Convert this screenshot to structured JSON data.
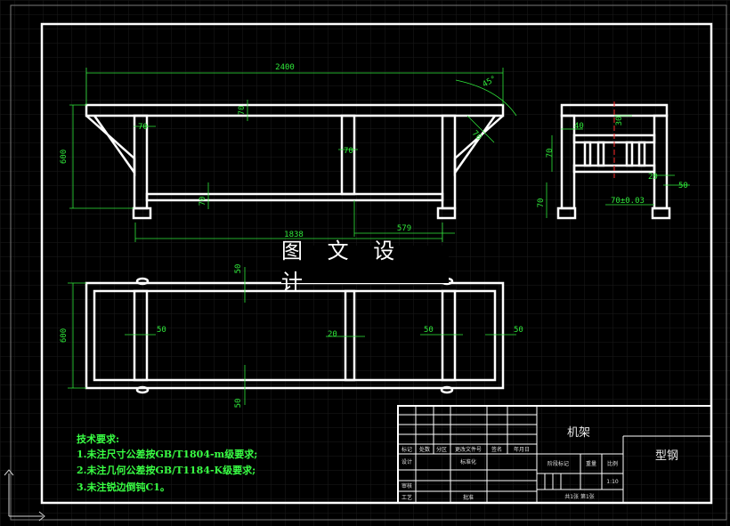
{
  "banner": "图 文 设 计",
  "dimensions": {
    "front_width": "2400",
    "angle": "45°",
    "front_height": "600",
    "top_rail": "70",
    "leg_width": "70",
    "brace": "70",
    "mid_post": "70",
    "lower_rail": "70",
    "inner_span": "1838",
    "end_span": "579",
    "side_40": "40",
    "side_30": "30",
    "side_70a": "70",
    "side_20": "20",
    "side_tol": "70±0.03",
    "side_50": "50",
    "side_70b": "70",
    "plan_top": "50",
    "plan_depth": "600",
    "plan_50a": "50",
    "plan_20": "20",
    "plan_50b": "50",
    "plan_50c": "50",
    "plan_bottom": "50"
  },
  "notes": {
    "title": "技术要求:",
    "line1": "1.未注尺寸公差按GB/T1804-m级要求;",
    "line2": "2.未注几何公差按GB/T1184-K级要求;",
    "line3": "3.未注锐边倒钝C1。"
  },
  "title_block": {
    "part_name": "机架",
    "material": "型钢",
    "mark": "标记",
    "count": "处数",
    "zone": "分区",
    "change_doc": "更改文件号",
    "signature": "签名",
    "date": "年月日",
    "design": "设计",
    "standardize": "标准化",
    "stage_mark": "阶段标记",
    "weight": "重量",
    "scale": "比例",
    "scale_value": "1:10",
    "review": "审核",
    "process": "工艺",
    "approve": "批准",
    "sheets": "共1张 第1张"
  }
}
